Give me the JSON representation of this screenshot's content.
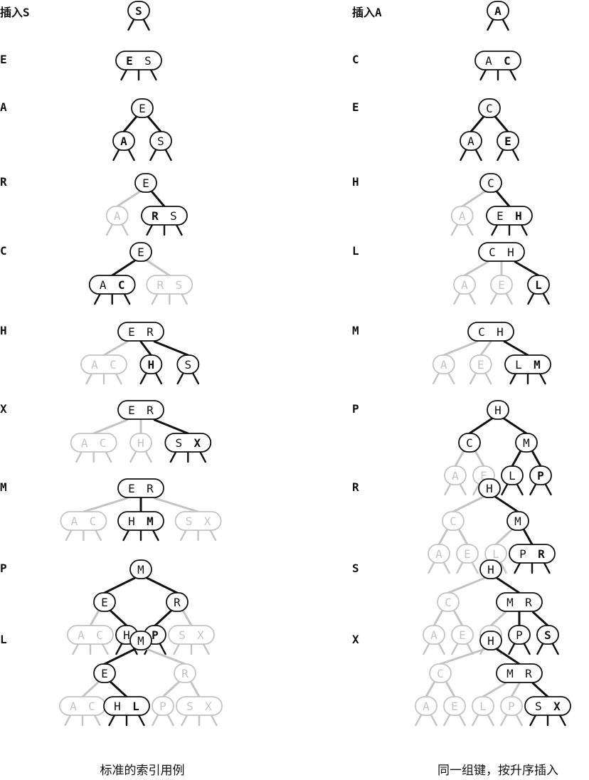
{
  "columns": [
    {
      "caption": "标准的索引用例",
      "steps": [
        {
          "key": "插入S",
          "tree": {
            "keys": [
              "S"
            ],
            "new": "S",
            "children": []
          }
        },
        {
          "key": "E",
          "tree": {
            "keys": [
              "E",
              "S"
            ],
            "new": "E",
            "children": []
          }
        },
        {
          "key": "A",
          "tree": {
            "keys": [
              "E"
            ],
            "children": [
              {
                "keys": [
                  "A"
                ],
                "new": "A",
                "children": []
              },
              {
                "keys": [
                  "S"
                ],
                "children": []
              }
            ]
          }
        },
        {
          "key": "R",
          "tree": {
            "keys": [
              "E"
            ],
            "children": [
              {
                "keys": [
                  "A"
                ],
                "faded": true,
                "children": []
              },
              {
                "keys": [
                  "R",
                  "S"
                ],
                "new": "R",
                "children": []
              }
            ]
          }
        },
        {
          "key": "C",
          "tree": {
            "keys": [
              "E"
            ],
            "children": [
              {
                "keys": [
                  "A",
                  "C"
                ],
                "new": "C",
                "children": []
              },
              {
                "keys": [
                  "R",
                  "S"
                ],
                "faded": true,
                "children": []
              }
            ]
          }
        },
        {
          "key": "H",
          "tree": {
            "keys": [
              "E",
              "R"
            ],
            "children": [
              {
                "keys": [
                  "A",
                  "C"
                ],
                "faded": true,
                "children": []
              },
              {
                "keys": [
                  "H"
                ],
                "new": "H",
                "children": []
              },
              {
                "keys": [
                  "S"
                ],
                "children": []
              }
            ]
          }
        },
        {
          "key": "X",
          "tree": {
            "keys": [
              "E",
              "R"
            ],
            "children": [
              {
                "keys": [
                  "A",
                  "C"
                ],
                "faded": true,
                "children": []
              },
              {
                "keys": [
                  "H"
                ],
                "faded": true,
                "children": []
              },
              {
                "keys": [
                  "S",
                  "X"
                ],
                "new": "X",
                "children": []
              }
            ]
          }
        },
        {
          "key": "M",
          "tree": {
            "keys": [
              "E",
              "R"
            ],
            "children": [
              {
                "keys": [
                  "A",
                  "C"
                ],
                "faded": true,
                "children": []
              },
              {
                "keys": [
                  "H",
                  "M"
                ],
                "new": "M",
                "children": []
              },
              {
                "keys": [
                  "S",
                  "X"
                ],
                "faded": true,
                "children": []
              }
            ]
          }
        },
        {
          "key": "P",
          "tree": {
            "keys": [
              "M"
            ],
            "children": [
              {
                "keys": [
                  "E"
                ],
                "children": [
                  {
                    "keys": [
                      "A",
                      "C"
                    ],
                    "faded": true,
                    "children": []
                  },
                  {
                    "keys": [
                      "H"
                    ],
                    "children": []
                  }
                ]
              },
              {
                "keys": [
                  "R"
                ],
                "children": [
                  {
                    "keys": [
                      "P"
                    ],
                    "new": "P",
                    "children": []
                  },
                  {
                    "keys": [
                      "S",
                      "X"
                    ],
                    "faded": true,
                    "children": []
                  }
                ]
              }
            ]
          }
        },
        {
          "key": "L",
          "tree": {
            "keys": [
              "M"
            ],
            "children": [
              {
                "keys": [
                  "E"
                ],
                "children": [
                  {
                    "keys": [
                      "A",
                      "C"
                    ],
                    "faded": true,
                    "children": []
                  },
                  {
                    "keys": [
                      "H",
                      "L"
                    ],
                    "new": "L",
                    "children": []
                  }
                ]
              },
              {
                "keys": [
                  "R"
                ],
                "faded": true,
                "children": [
                  {
                    "keys": [
                      "P"
                    ],
                    "faded": true,
                    "children": []
                  },
                  {
                    "keys": [
                      "S",
                      "X"
                    ],
                    "faded": true,
                    "children": []
                  }
                ]
              }
            ]
          }
        }
      ]
    },
    {
      "caption": "同一组键，按升序插入",
      "steps": [
        {
          "key": "插入A",
          "tree": {
            "keys": [
              "A"
            ],
            "new": "A",
            "children": []
          }
        },
        {
          "key": "C",
          "tree": {
            "keys": [
              "A",
              "C"
            ],
            "new": "C",
            "children": []
          }
        },
        {
          "key": "E",
          "tree": {
            "keys": [
              "C"
            ],
            "children": [
              {
                "keys": [
                  "A"
                ],
                "children": []
              },
              {
                "keys": [
                  "E"
                ],
                "new": "E",
                "children": []
              }
            ]
          }
        },
        {
          "key": "H",
          "tree": {
            "keys": [
              "C"
            ],
            "children": [
              {
                "keys": [
                  "A"
                ],
                "faded": true,
                "children": []
              },
              {
                "keys": [
                  "E",
                  "H"
                ],
                "new": "H",
                "children": []
              }
            ]
          }
        },
        {
          "key": "L",
          "tree": {
            "keys": [
              "C",
              "H"
            ],
            "children": [
              {
                "keys": [
                  "A"
                ],
                "faded": true,
                "children": []
              },
              {
                "keys": [
                  "E"
                ],
                "faded": true,
                "children": []
              },
              {
                "keys": [
                  "L"
                ],
                "new": "L",
                "children": []
              }
            ]
          }
        },
        {
          "key": "M",
          "tree": {
            "keys": [
              "C",
              "H"
            ],
            "children": [
              {
                "keys": [
                  "A"
                ],
                "faded": true,
                "children": []
              },
              {
                "keys": [
                  "E"
                ],
                "faded": true,
                "children": []
              },
              {
                "keys": [
                  "L",
                  "M"
                ],
                "new": "M",
                "children": []
              }
            ]
          }
        },
        {
          "key": "P",
          "tree": {
            "keys": [
              "H"
            ],
            "children": [
              {
                "keys": [
                  "C"
                ],
                "children": [
                  {
                    "keys": [
                      "A"
                    ],
                    "faded": true,
                    "children": []
                  },
                  {
                    "keys": [
                      "E"
                    ],
                    "faded": true,
                    "children": []
                  }
                ]
              },
              {
                "keys": [
                  "M"
                ],
                "children": [
                  {
                    "keys": [
                      "L"
                    ],
                    "children": []
                  },
                  {
                    "keys": [
                      "P"
                    ],
                    "new": "P",
                    "children": []
                  }
                ]
              }
            ]
          }
        },
        {
          "key": "R",
          "tree": {
            "keys": [
              "H"
            ],
            "children": [
              {
                "keys": [
                  "C"
                ],
                "faded": true,
                "children": [
                  {
                    "keys": [
                      "A"
                    ],
                    "faded": true,
                    "children": []
                  },
                  {
                    "keys": [
                      "E"
                    ],
                    "faded": true,
                    "children": []
                  }
                ]
              },
              {
                "keys": [
                  "M"
                ],
                "children": [
                  {
                    "keys": [
                      "L"
                    ],
                    "faded": true,
                    "children": []
                  },
                  {
                    "keys": [
                      "P",
                      "R"
                    ],
                    "new": "R",
                    "children": []
                  }
                ]
              }
            ]
          }
        },
        {
          "key": "S",
          "tree": {
            "keys": [
              "H"
            ],
            "children": [
              {
                "keys": [
                  "C"
                ],
                "faded": true,
                "children": [
                  {
                    "keys": [
                      "A"
                    ],
                    "faded": true,
                    "children": []
                  },
                  {
                    "keys": [
                      "E"
                    ],
                    "faded": true,
                    "children": []
                  }
                ]
              },
              {
                "keys": [
                  "M",
                  "R"
                ],
                "children": [
                  {
                    "keys": [
                      "L"
                    ],
                    "faded": true,
                    "children": []
                  },
                  {
                    "keys": [
                      "P"
                    ],
                    "children": []
                  },
                  {
                    "keys": [
                      "S"
                    ],
                    "new": "S",
                    "children": []
                  }
                ]
              }
            ]
          }
        },
        {
          "key": "X",
          "tree": {
            "keys": [
              "H"
            ],
            "children": [
              {
                "keys": [
                  "C"
                ],
                "faded": true,
                "children": [
                  {
                    "keys": [
                      "A"
                    ],
                    "faded": true,
                    "children": []
                  },
                  {
                    "keys": [
                      "E"
                    ],
                    "faded": true,
                    "children": []
                  }
                ]
              },
              {
                "keys": [
                  "M",
                  "R"
                ],
                "children": [
                  {
                    "keys": [
                      "L"
                    ],
                    "faded": true,
                    "children": []
                  },
                  {
                    "keys": [
                      "P"
                    ],
                    "faded": true,
                    "children": []
                  },
                  {
                    "keys": [
                      "S",
                      "X"
                    ],
                    "new": "X",
                    "children": []
                  }
                ]
              }
            ]
          }
        }
      ]
    }
  ],
  "colors": {
    "active": "#111111",
    "faded": "#c4c4c4"
  }
}
